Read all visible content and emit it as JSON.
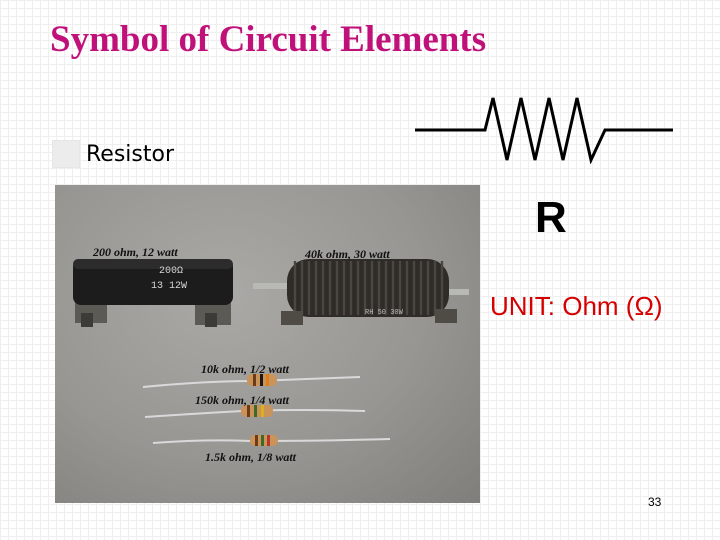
{
  "slide": {
    "title": "Symbol of Circuit Elements",
    "bullet_label": "Resistor",
    "symbol_letter": "R",
    "unit": "UNIT: Ohm (Ω)",
    "page_number": "33"
  },
  "photo": {
    "captions": {
      "c1": "200 ohm, 12 watt",
      "c2": "40k ohm, 30 watt",
      "c3": "10k ohm, 1/2 watt",
      "c4": "150k ohm, 1/4 watt",
      "c5": "1.5k ohm, 1/8 watt"
    },
    "markings": {
      "big_resistor_line1": "200Ω",
      "big_resistor_line2": "13 12W",
      "coil_resistor": "RH 50 30W"
    }
  },
  "colors": {
    "title": "#c0117a",
    "unit": "#d60000"
  }
}
